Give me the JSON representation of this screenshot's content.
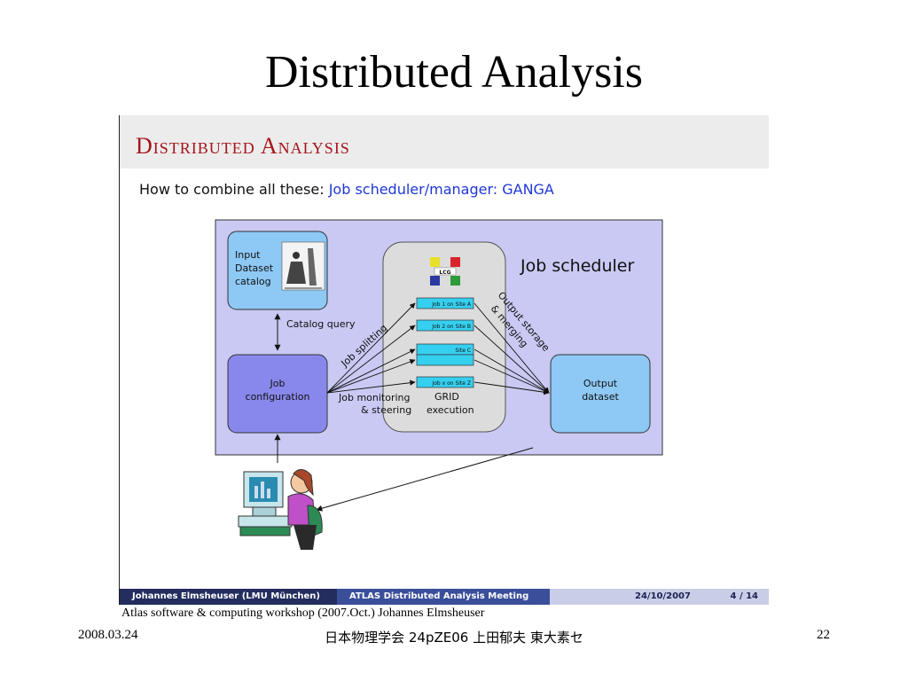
{
  "slide": {
    "title": "Distributed Analysis",
    "caption": "Atlas software & computing workshop (2007.Oct.) Johannes Elmsheuser",
    "footer_date": "2008.03.24",
    "footer_center": "日本物理学会 24pZE06  上田郁夫  東大素セ",
    "page_number": "22"
  },
  "embedded": {
    "title": "Distributed Analysis",
    "question_prefix": "How to combine all these:",
    "question_highlight": "Job scheduler/manager:  GANGA",
    "footer_author": "Johannes Elmsheuser  (LMU München)",
    "footer_meeting": "ATLAS Distributed Analysis Meeting",
    "footer_date": "24/10/2007",
    "footer_page": "4 / 14"
  },
  "diagram": {
    "scheduler_label": "Job scheduler",
    "input_lines": [
      "Input",
      "Dataset",
      "catalog"
    ],
    "catalog_query": "Catalog query",
    "job_config_lines": [
      "Job",
      "configuration"
    ],
    "job_splitting": "Job splitting",
    "job_monitoring_lines": [
      "Job monitoring",
      "& steering"
    ],
    "output_storage_lines": [
      "Output storage",
      "& merging"
    ],
    "grid_lines": [
      "GRID",
      "execution"
    ],
    "output_lines": [
      "Output",
      "dataset"
    ],
    "lcg_label": "LCG",
    "jobs": [
      "Job 1 on Site A",
      "Job 2 on Site B",
      "Site C",
      "",
      "Job x on Site Z"
    ]
  }
}
